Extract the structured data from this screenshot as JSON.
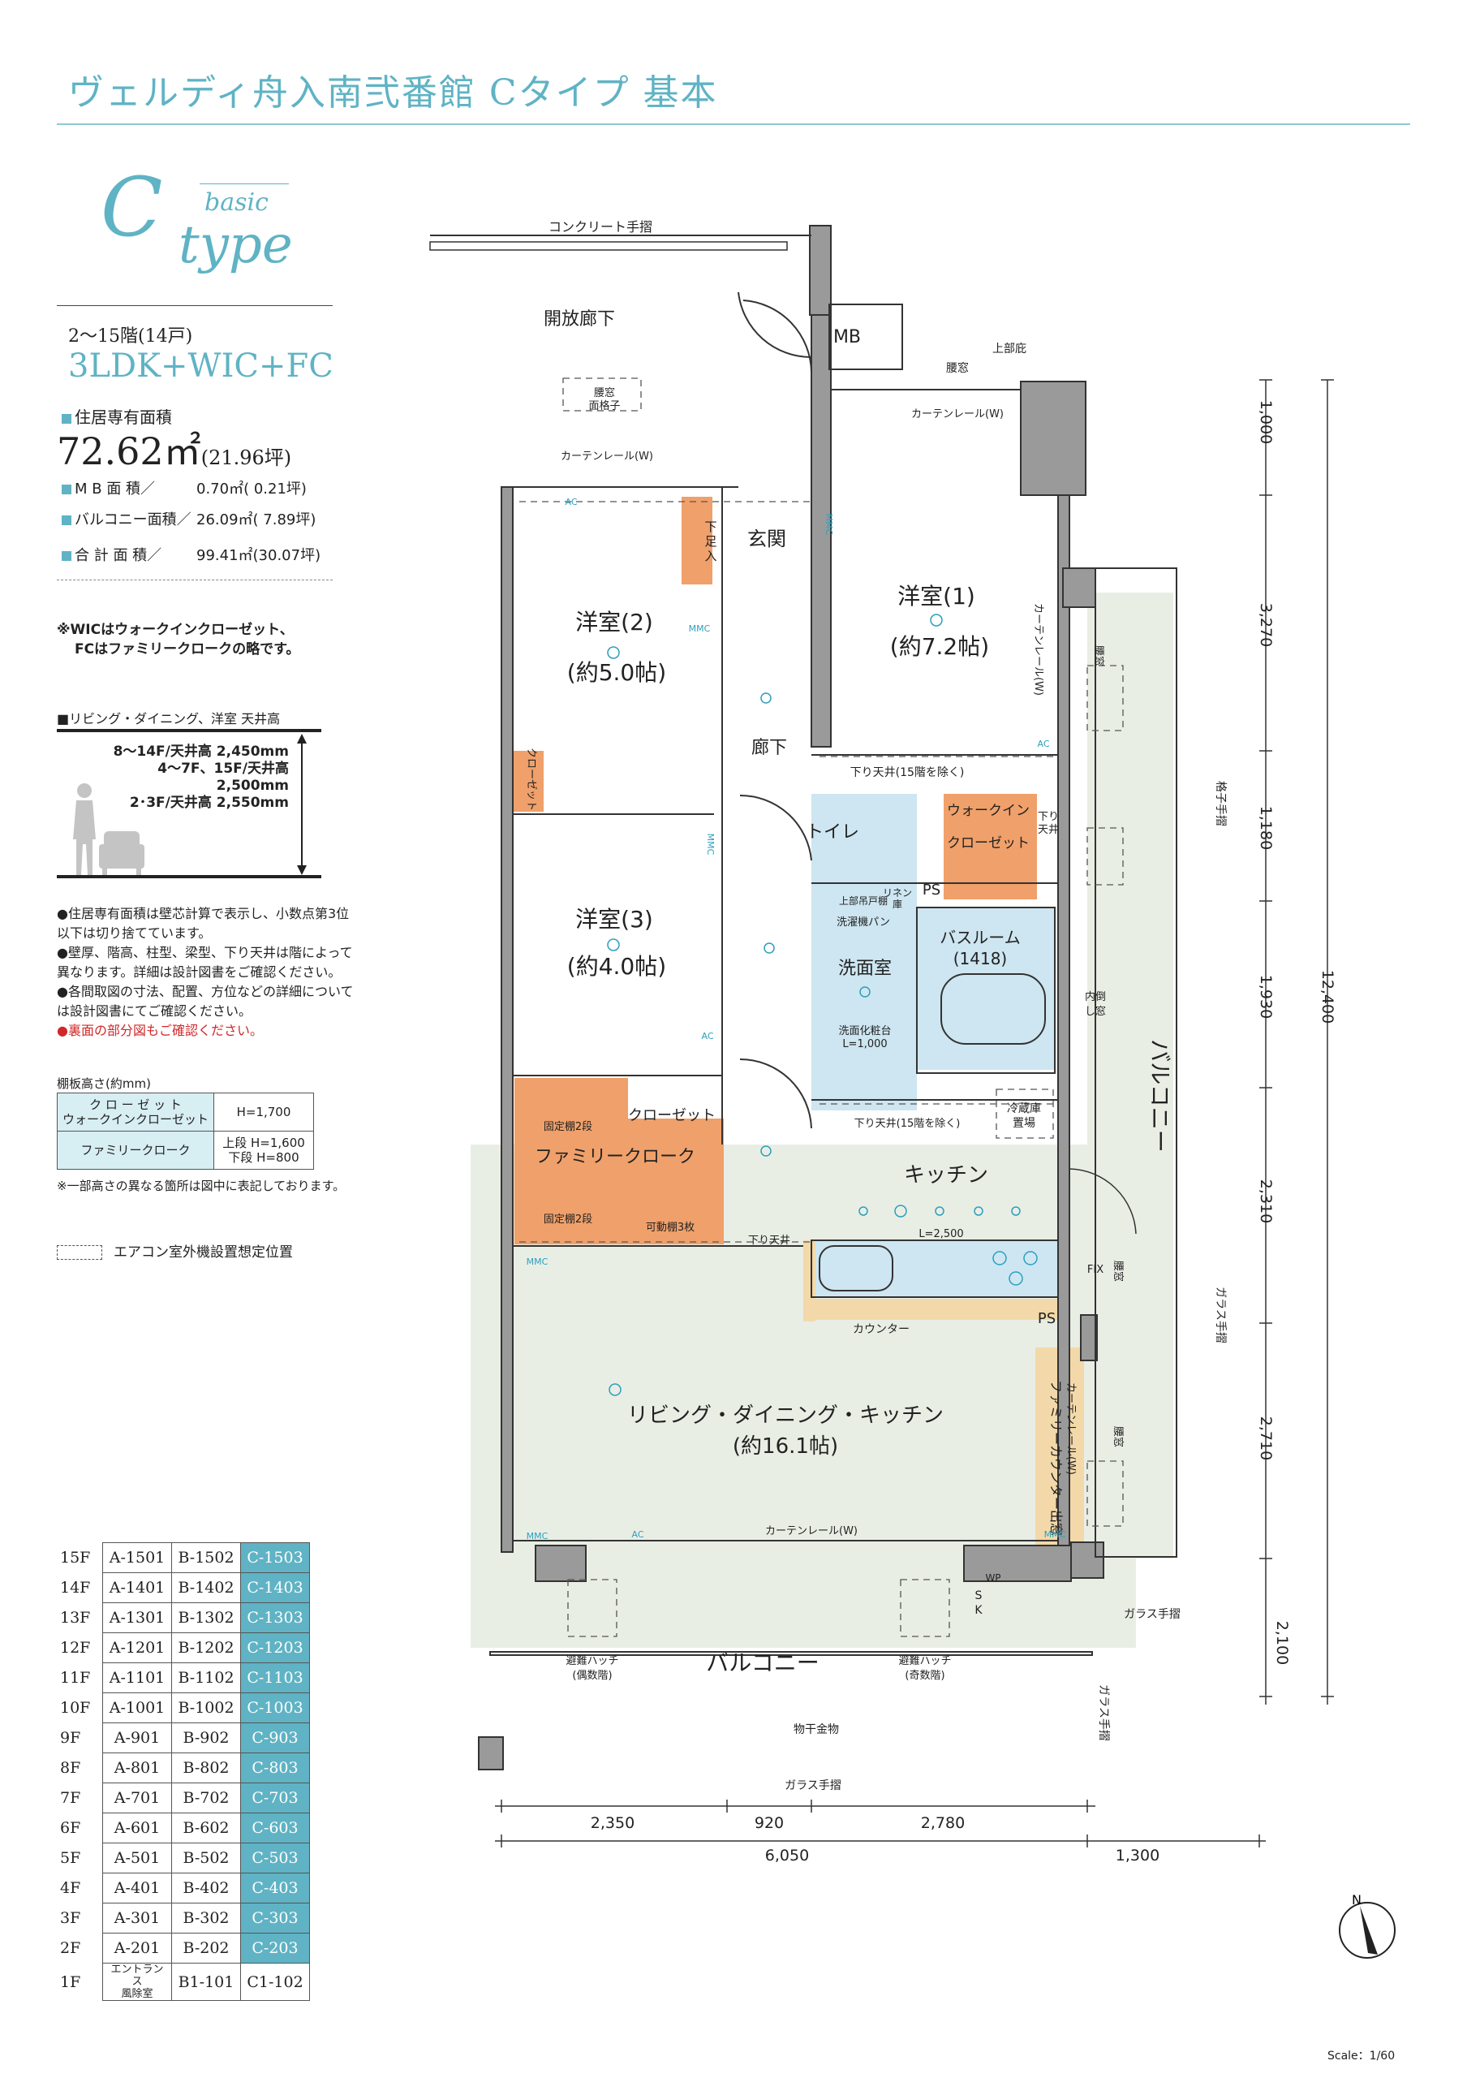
{
  "title": "ヴェルディ舟入南弐番館 Cタイプ 基本",
  "type_logo": {
    "letter": "C",
    "basic": "basic",
    "type": "type"
  },
  "floors": "2〜15階(14戸)",
  "layout": "3LDK+WIC+FC",
  "areas": {
    "living_label": "住居専有面積",
    "living_value": "72.62㎡",
    "living_tsubo": "(21.96坪)",
    "rows": [
      {
        "label": "M B 面 積／",
        "value": "0.70㎡( 0.21坪)"
      },
      {
        "label": "バルコニー面積／",
        "value": "26.09㎡( 7.89坪)"
      },
      {
        "label": "合 計 面 積／",
        "value": "99.41㎡(30.07坪)"
      }
    ]
  },
  "abbr_note": [
    "※WICはウォークインクローゼット、",
    "FCはファミリークロークの略です。"
  ],
  "ceiling": {
    "heading": "■リビング・ダイニング、洋室 天井高",
    "lines": [
      "8〜14F/天井高 2,450mm",
      "4〜7F、15F/天井高 2,500mm",
      "2･3F/天井高 2,550mm"
    ]
  },
  "notes": [
    "●住居専有面積は壁芯計算で表示し、小数点第3位以下は切り捨てています。",
    "●壁厚、階高、柱型、梁型、下り天井は階によって異なります。詳細は設計図書をご確認ください。",
    "●各間取図の寸法、配置、方位などの詳細については設計図書にてご確認ください。"
  ],
  "notes_red": "●裏面の部分図もご確認ください。",
  "shelf": {
    "heading": "棚板高さ(約mm)",
    "rows": [
      {
        "k": [
          "ク ロ ー ゼ ッ ト",
          "ウォークインクローゼット"
        ],
        "v": [
          "H=1,700"
        ]
      },
      {
        "k": [
          "ファミリークローク"
        ],
        "v": [
          "上段 H=1,600",
          "下段 H=800"
        ]
      }
    ],
    "note": "※一部高さの異なる箇所は図中に表記しております。"
  },
  "ac_legend": "エアコン室外機設置想定位置",
  "units": [
    [
      "15F",
      "A-1501",
      "B-1502",
      "C-1503"
    ],
    [
      "14F",
      "A-1401",
      "B-1402",
      "C-1403"
    ],
    [
      "13F",
      "A-1301",
      "B-1302",
      "C-1303"
    ],
    [
      "12F",
      "A-1201",
      "B-1202",
      "C-1203"
    ],
    [
      "11F",
      "A-1101",
      "B-1102",
      "C-1103"
    ],
    [
      "10F",
      "A-1001",
      "B-1002",
      "C-1003"
    ],
    [
      "9F",
      "A-901",
      "B-902",
      "C-903"
    ],
    [
      "8F",
      "A-801",
      "B-802",
      "C-803"
    ],
    [
      "7F",
      "A-701",
      "B-702",
      "C-703"
    ],
    [
      "6F",
      "A-601",
      "B-602",
      "C-603"
    ],
    [
      "5F",
      "A-501",
      "B-502",
      "C-503"
    ],
    [
      "4F",
      "A-401",
      "B-402",
      "C-403"
    ],
    [
      "3F",
      "A-301",
      "B-302",
      "C-303"
    ],
    [
      "2F",
      "A-201",
      "B-202",
      "C-203"
    ]
  ],
  "units_1f": {
    "floor": "1F",
    "entrance": [
      "エントランス",
      "風除室"
    ],
    "b": "B1-101",
    "c": "C1-102"
  },
  "plan": {
    "top_rail": "コンクリート手摺",
    "corridor": "開放廊下",
    "mb": "MB",
    "upper_eave": "上部庇",
    "window_top": "腰窓",
    "curtain_top_right": "カーテンレール(W)",
    "window_grille": [
      "腰窓",
      "面格子"
    ],
    "curtain_top_left": "カーテンレール(W)",
    "genkan": "玄関",
    "shoe_box": [
      "下",
      "足",
      "入"
    ],
    "room1": {
      "name": "洋室(1)",
      "size": "(約7.2帖)"
    },
    "room2": {
      "name": "洋室(2)",
      "size": "(約5.0帖)"
    },
    "room3": {
      "name": "洋室(3)",
      "size": "(約4.0帖)"
    },
    "closet_v": "クローゼット",
    "hallway": "廊下",
    "drop_ceiling_15": "下り天井(15階を除く)",
    "drop_ceiling": "下り天井",
    "toilet": "トイレ",
    "wic": [
      "ウォークイン",
      "クローゼット"
    ],
    "wic_drop": [
      "下り",
      "天井"
    ],
    "ps": "PS",
    "upper_shelf": "上部吊戸棚",
    "linen": [
      "リネン",
      "庫"
    ],
    "washpan": "洗濯機パン",
    "bath": [
      "バスルーム",
      "(1418)"
    ],
    "washroom": "洗面室",
    "vanity": [
      "洗面化粧台",
      "L=1,000"
    ],
    "family_cloak": "ファミリークローク",
    "fixed_shelf": "固定棚2段",
    "closet_h": "クローゼット",
    "movable_shelf": "可動棚3枚",
    "fridge": [
      "冷蔵庫",
      "置場"
    ],
    "kitchen": "キッチン",
    "kitchen_len": "L=2,500",
    "counter": "カウンター",
    "ldk": {
      "name": "リビング・ダイニング・キッチン",
      "size": "(約16.1帖)"
    },
    "family_counter": "ファミリーカウンター",
    "bay_window": "出窓",
    "curtain_bottom": "カーテンレール(W)",
    "curtain_right_1": "カーテンレール(W)",
    "curtain_right_2": "カーテンレール(W)",
    "balcony_r": "バルコニー",
    "balcony_b": "バルコニー",
    "hatch1": [
      "避難ハッチ",
      "(偶数階)"
    ],
    "hatch2": [
      "避難ハッチ",
      "(奇数階)"
    ],
    "hanger": "物干金物",
    "glass_rail": "ガラス手摺",
    "lattice_rail": "格子手摺",
    "koshimado": "腰窓",
    "naikoshi": [
      "内倒",
      "し窓"
    ],
    "fix": "FIX",
    "mmc": "MMC",
    "ac": "AC",
    "wp": "WP",
    "sk": [
      "S",
      "K"
    ],
    "dims_right": [
      "1,000",
      "3,270",
      "1,180",
      "1,930",
      "2,310",
      "2,710",
      "2,100"
    ],
    "dim_total_right": "12,400",
    "dims_bottom": [
      "2,350",
      "920",
      "2,780"
    ],
    "dim_total_bottom": "6,050",
    "dim_extra_bottom": "1,300"
  },
  "compass": "N",
  "scale": "Scale：1/60",
  "colors": {
    "accent": "#5fb3c4",
    "water": "#cde6f1",
    "storage": "#f0a06a",
    "counter": "#f3d9a9",
    "balcony": "#e4ece0",
    "wall": "#9a9a9a"
  }
}
